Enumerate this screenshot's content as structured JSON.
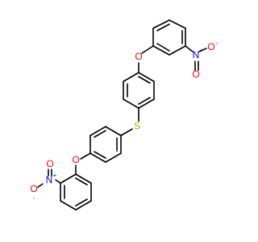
{
  "molecule": {
    "colors": {
      "bond": "#000000",
      "oxygen": "#ff0000",
      "nitrogen": "#0000ff",
      "sulfur": "#b8a000"
    },
    "labels": {
      "o_top_ether": "O",
      "o_bottom_ether": "O",
      "sulfur": "S",
      "n_top": "N",
      "n_top_charge": "+",
      "o_top_nitro_single": "O",
      "o_top_nitro_single_charge": "-",
      "o_top_nitro_double": "O",
      "n_bottom": "N",
      "n_bottom_charge": "+",
      "o_bottom_nitro_single": "O",
      "o_bottom_nitro_single_charge": "-",
      "o_bottom_nitro_double": "O"
    }
  }
}
